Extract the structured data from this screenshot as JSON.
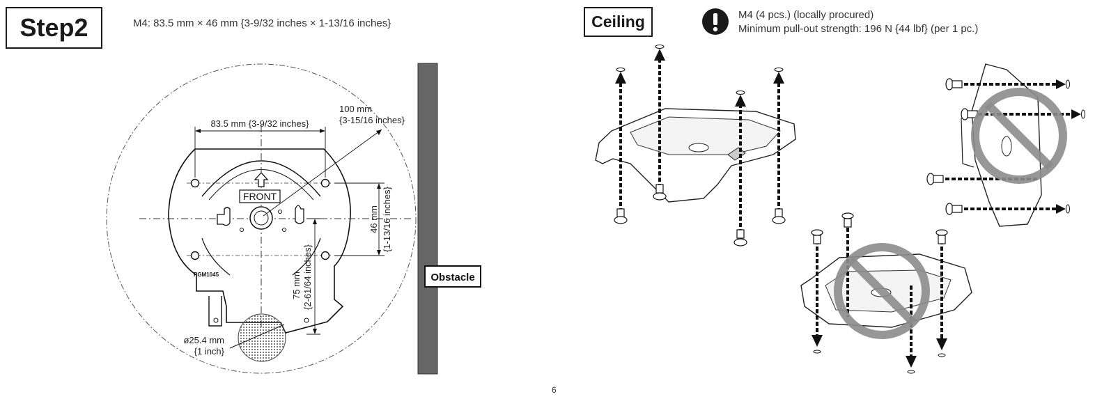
{
  "left": {
    "step_title": "Step2",
    "spec": "M4: 83.5 mm × 46 mm {3-9/32 inches × 1-13/16 inches}",
    "dim_width": "83.5 mm {3-9/32 inches}",
    "dim_radius_mm": "100 mm",
    "dim_radius_in": "{3-15/16 inches}",
    "dim_height_mm": "46 mm",
    "dim_height_in": "{1-13/16 inches}",
    "dim_offset_mm": "75 mm",
    "dim_offset_in": "{2-61/64 inches}",
    "dim_hole_mm": "ø25.4 mm",
    "dim_hole_in": "{1 inch}",
    "front_label": "FRONT",
    "model_label": "PGM1045",
    "obstacle_label": "Obstacle"
  },
  "right": {
    "section_title": "Ceiling",
    "note_line1": "M4 (4 pcs.) (locally procured)",
    "note_line2": "Minimum pull-out strength: 196 N {44 lbf} (per 1 pc.)",
    "warning_icon": "exclamation-icon",
    "prohibited_icon": "no-sign-icon"
  },
  "footer": {
    "page_number": "6"
  }
}
